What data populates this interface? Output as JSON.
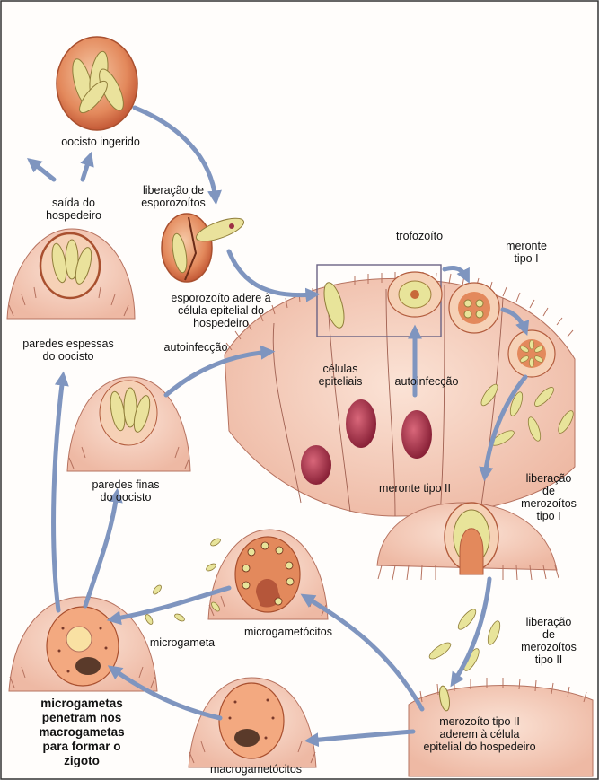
{
  "labels": {
    "oocisto_ingerido": "oocisto ingerido",
    "saida_hospedeiro": "saída do\nhospedeiro",
    "liberacao_esporozoitos": "liberação de\nesporozoítos",
    "esporozoito_adere": "esporozoíto adere à\ncélula epitelial do\nhospedeiro",
    "paredes_espessas": "paredes espessas\ndo oocisto",
    "autoinfeccao_left": "autoinfecção",
    "trofozoito": "trofozoíto",
    "meronte_tipo_i": "meronte\ntipo I",
    "celulas_epiteliais": "células\nepiteliais",
    "autoinfeccao_center": "autoinfecção",
    "paredes_finas": "paredes finas\ndo oocisto",
    "meronte_tipo_ii": "meronte tipo II",
    "liberacao_merozoitos_i": "liberação de\nmerozoítos\ntipo I",
    "liberacao_merozoitos_ii": "liberação de\nmerozoítos\ntipo II",
    "microgameta": "microgameta",
    "microgametocitos": "microgametócitos",
    "microgametas_penetram": "microgametas\npenetram nos\nmacrogametas\npara formar o\nzigoto",
    "merozoito_tipo_ii_aderem": "merozoíto tipo II\naderem à célula\nepitelial do hospedeiro",
    "macrogametocitos": "macrogametócitos"
  },
  "colors": {
    "arrow": "#7f95bf",
    "cell_outer": "#f1c9b9",
    "oocyst": "#dd7a52",
    "nucleus": "#9c2e44",
    "organism": "#e8e49a",
    "highlight_box": "#6b6384"
  }
}
